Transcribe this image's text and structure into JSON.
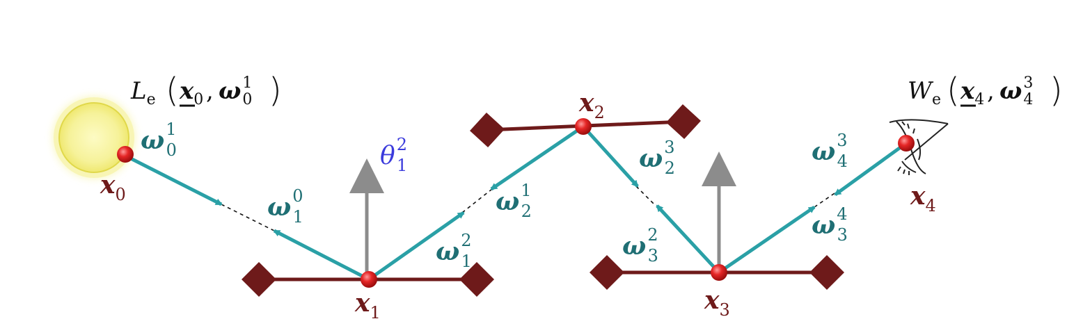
{
  "vertices": {
    "x0": {
      "base": "x",
      "sub": "0"
    },
    "x1": {
      "base": "x",
      "sub": "1"
    },
    "x2": {
      "base": "x",
      "sub": "2"
    },
    "x3": {
      "base": "x",
      "sub": "3"
    },
    "x4": {
      "base": "x",
      "sub": "4"
    }
  },
  "directions": {
    "w01": {
      "base": "ω",
      "sub": "0",
      "sup": "1"
    },
    "w10": {
      "base": "ω",
      "sub": "1",
      "sup": "0"
    },
    "w12": {
      "base": "ω",
      "sub": "1",
      "sup": "2"
    },
    "w21": {
      "base": "ω",
      "sub": "2",
      "sup": "1"
    },
    "w23": {
      "base": "ω",
      "sub": "2",
      "sup": "3"
    },
    "w32": {
      "base": "ω",
      "sub": "3",
      "sup": "2"
    },
    "w34": {
      "base": "ω",
      "sub": "3",
      "sup": "4"
    },
    "w43": {
      "base": "ω",
      "sub": "4",
      "sup": "3"
    }
  },
  "theta": {
    "base": "θ",
    "sub": "1",
    "sup": "2"
  },
  "emission_light": {
    "fn": "L",
    "fn_sub": "e",
    "open": "(",
    "arg": "x",
    "arg_sub": "0",
    "comma": ",",
    "dir": "ω",
    "dir_sub": "0",
    "dir_sup": "1",
    "close": ")"
  },
  "emission_sensor": {
    "fn": "W",
    "fn_sub": "e",
    "open": "(",
    "arg": "x",
    "arg_sub": "4",
    "comma": ",",
    "dir": "ω",
    "dir_sub": "4",
    "dir_sup": "3",
    "close": ")"
  },
  "colors": {
    "surface": "#6e1a1a",
    "ray": "#2aa0a6",
    "normal": "#8c8c8c",
    "vertex": "#e02020",
    "light": "#f6f29a",
    "light_glow": "#e8e04a",
    "vertex_label": "#6e1a1a",
    "omega_label": "#1f6f74",
    "theta_label": "#3b3bdc"
  }
}
